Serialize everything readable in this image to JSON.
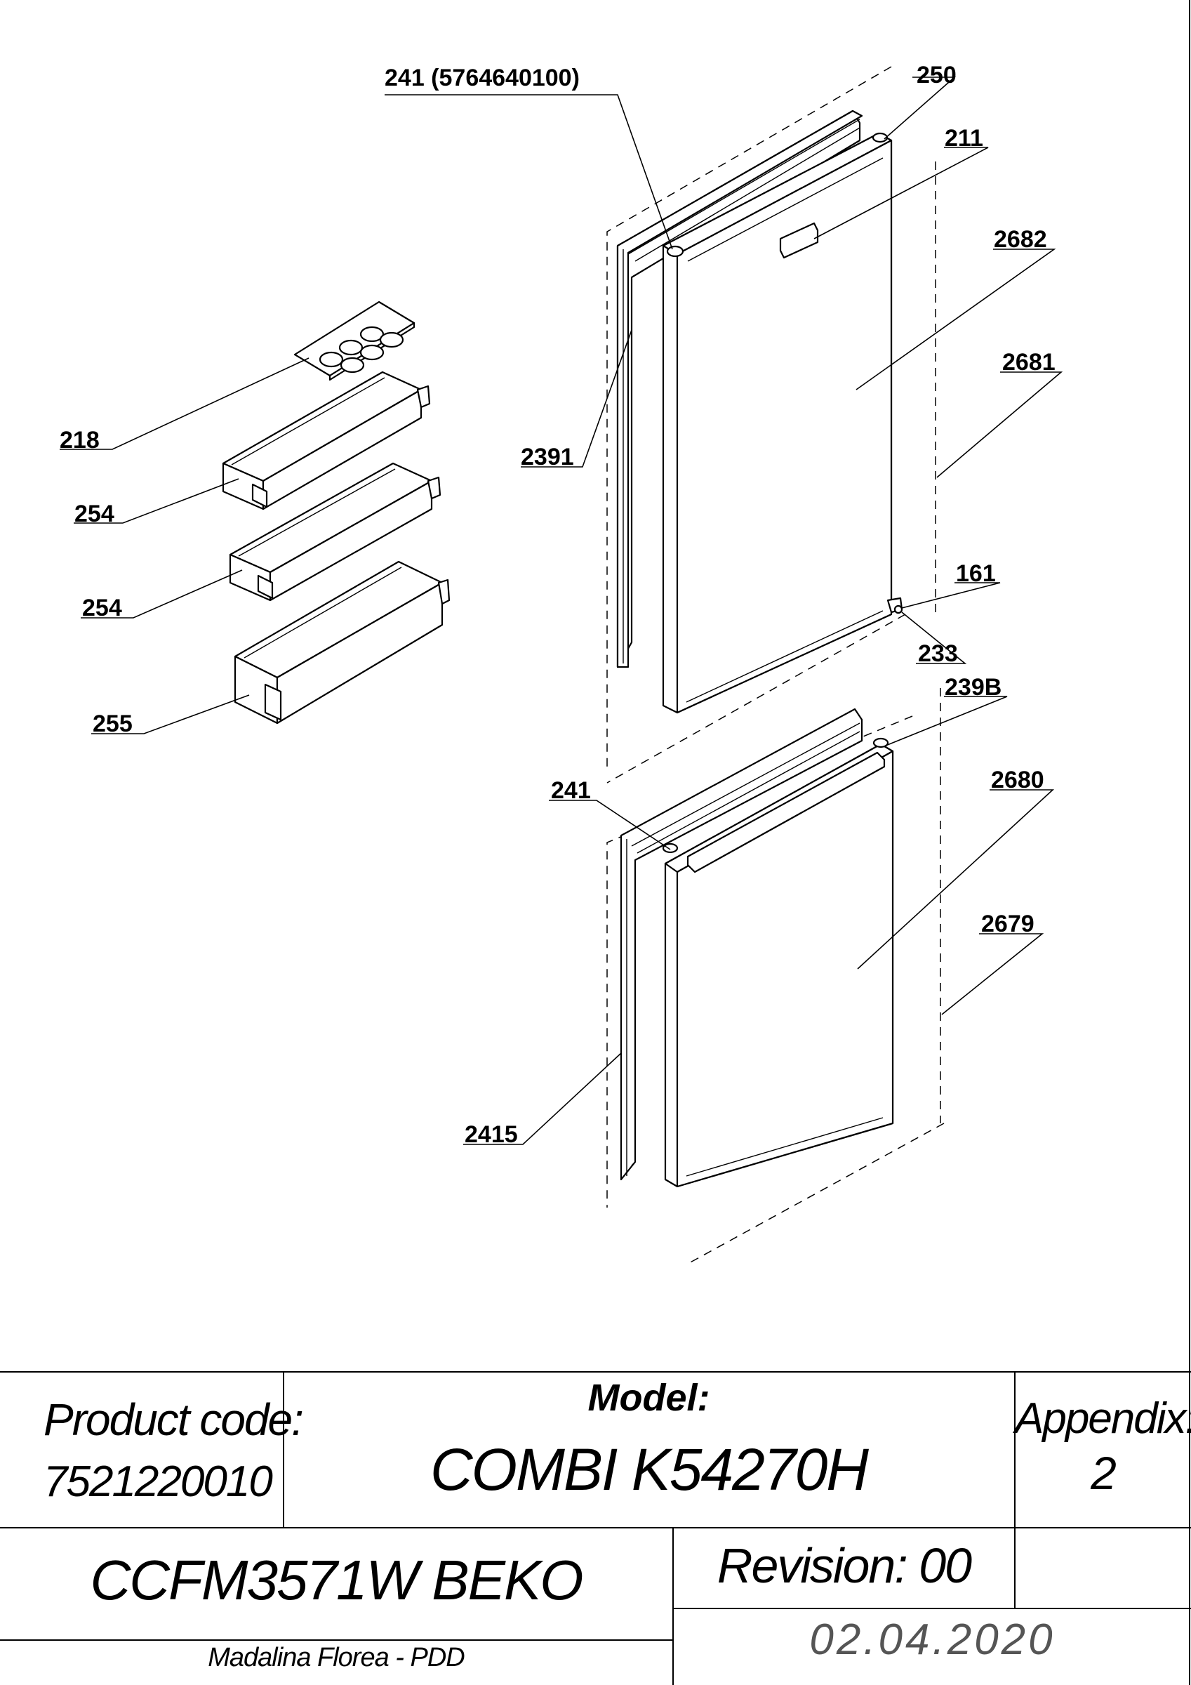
{
  "callouts": {
    "c241_top": "241 (5764640100)",
    "c250": "250",
    "c211": "211",
    "c2682": "2682",
    "c2681": "2681",
    "c2391": "2391",
    "c218": "218",
    "c254_a": "254",
    "c254_b": "254",
    "c255": "255",
    "c161": "161",
    "c233": "233",
    "c239b": "239B",
    "c241_bottom": "241",
    "c2680": "2680",
    "c2679": "2679",
    "c2415": "2415"
  },
  "title_block": {
    "product_code_label": "Product code:",
    "product_code_value": "7521220010",
    "model_label": "Model:",
    "model_value": "COMBI K54270H",
    "appendix_label": "Appendix:",
    "appendix_value": "2",
    "variant": "CCFM3571W BEKO",
    "revision": "Revision: 00",
    "date": "02.04.2020",
    "author": "Madalina Florea - PDD"
  }
}
